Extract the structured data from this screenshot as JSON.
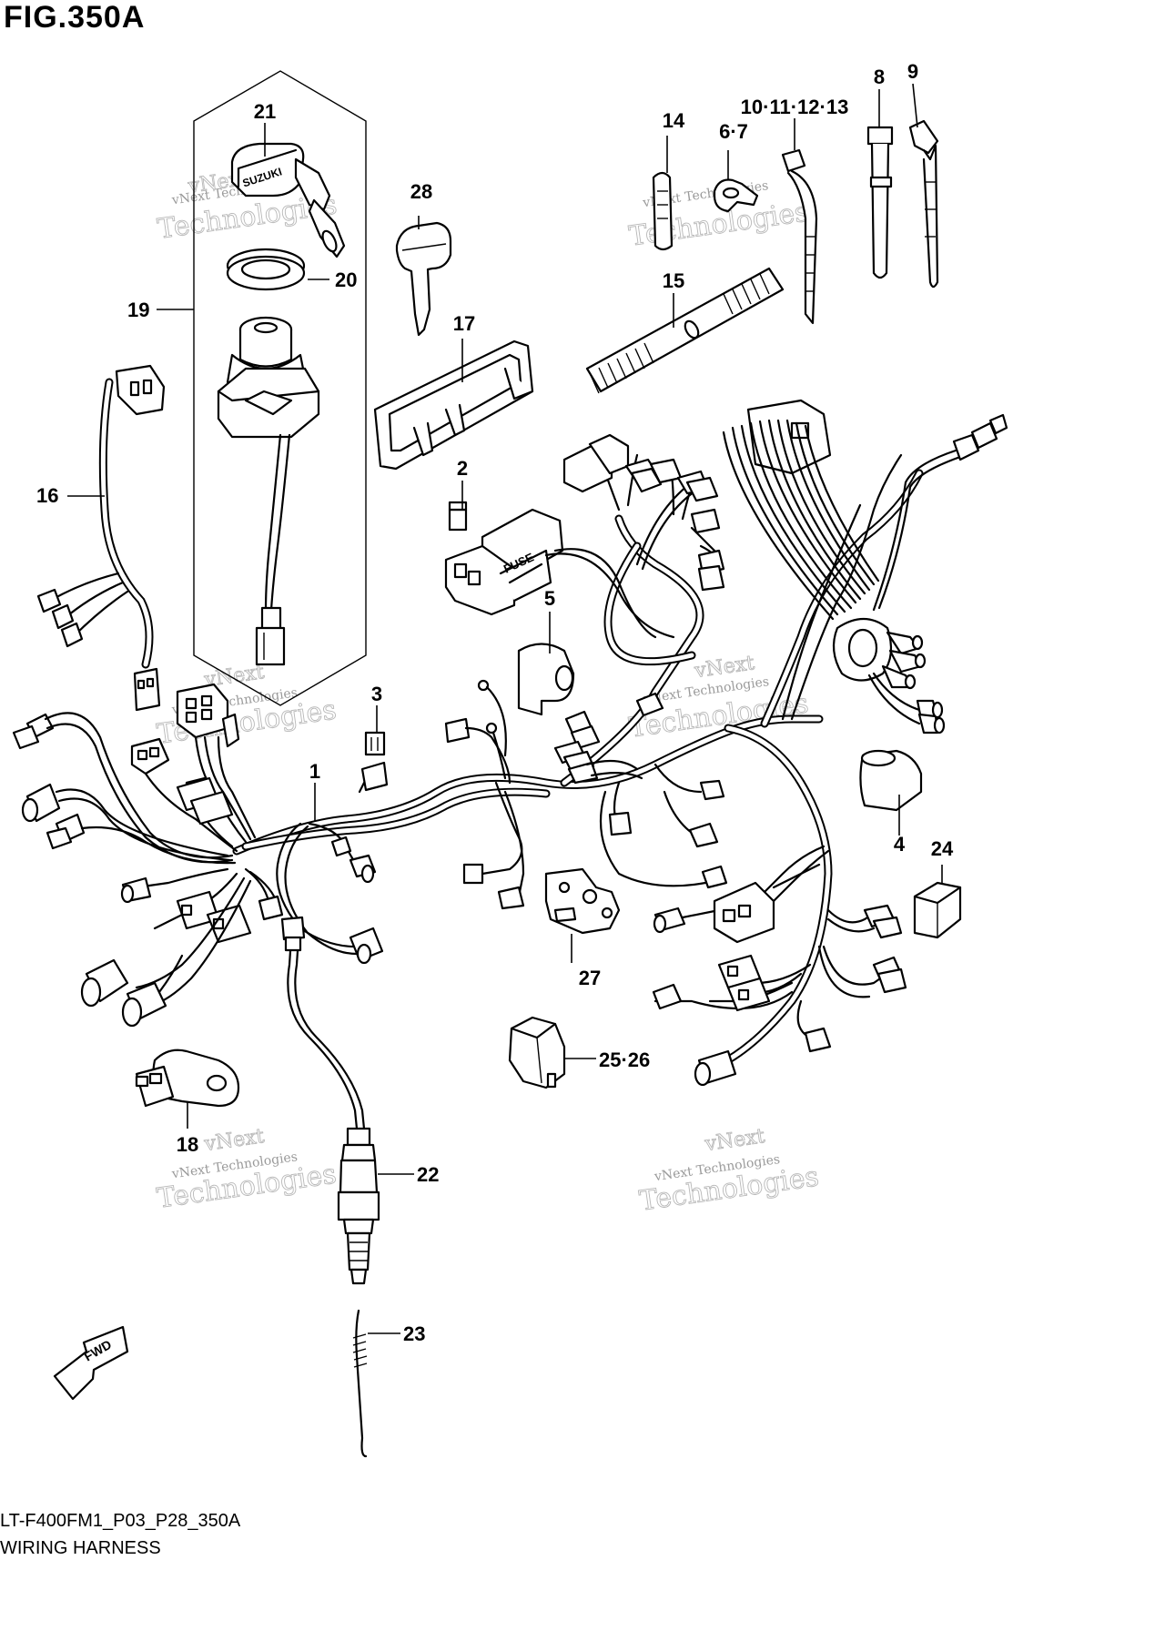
{
  "figure": {
    "title": "FIG.350A",
    "code": "LT-F400FM1_P03_P28_350A",
    "name": "WIRING HARNESS"
  },
  "watermark": {
    "line1": "vNext Technologies",
    "line2": "Technologies",
    "line3": "vNext"
  },
  "part_labels": {
    "p1": "1",
    "p2": "2",
    "p3": "3",
    "p4": "4",
    "p5": "5",
    "p6_7": "6·7",
    "p8": "8",
    "p9": "9",
    "p10_13": "10·11·12·13",
    "p14": "14",
    "p15": "15",
    "p16": "16",
    "p17": "17",
    "p18": "18",
    "p19": "19",
    "p20": "20",
    "p21": "21",
    "p22": "22",
    "p23": "23",
    "p24": "24",
    "p25_26": "25·26",
    "p27": "27",
    "p28": "28"
  },
  "stamps": {
    "fuse": "FUSE",
    "brand": "SUZUKI",
    "fwd": "FWD"
  },
  "colors": {
    "line": "#000000",
    "background": "#ffffff",
    "watermark": "#b8b8b8"
  }
}
